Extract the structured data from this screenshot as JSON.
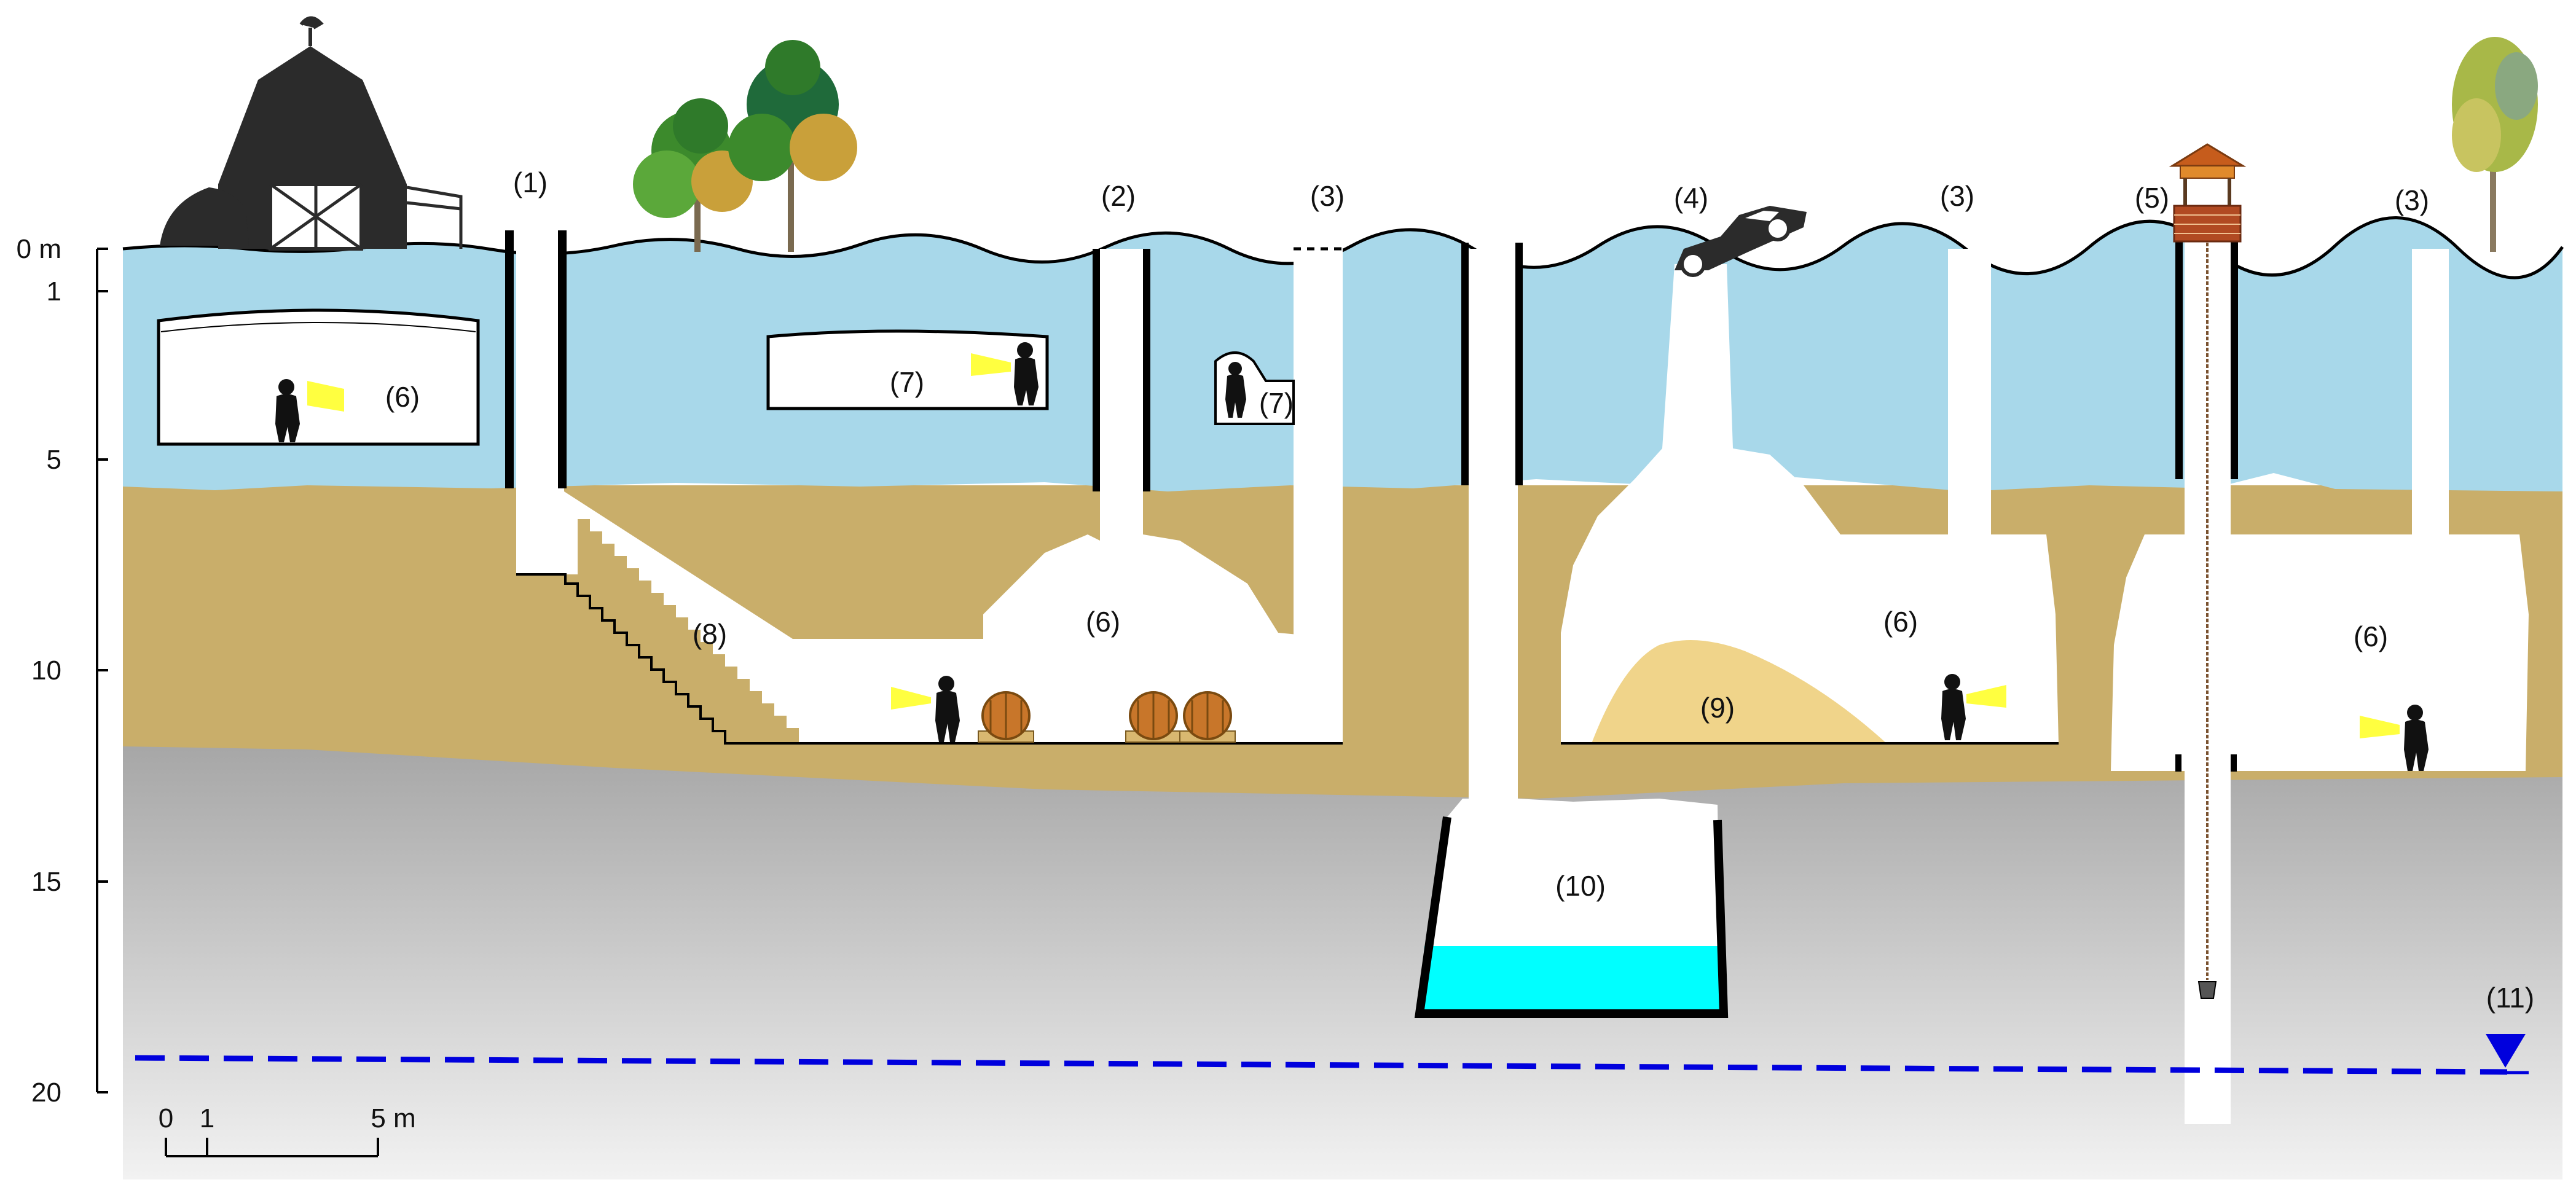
{
  "depth_axis": {
    "ticks": [
      {
        "label": "0 m",
        "depth": 0
      },
      {
        "label": "1",
        "depth": 1
      },
      {
        "label": "5",
        "depth": 5
      },
      {
        "label": "10",
        "depth": 10
      },
      {
        "label": "15",
        "depth": 15
      },
      {
        "label": "20",
        "depth": 20
      }
    ]
  },
  "scale_bar": {
    "labels": [
      "0",
      "1",
      "5 m"
    ]
  },
  "labels": {
    "l1": "(1)",
    "l2": "(2)",
    "l3a": "(3)",
    "l3b": "(3)",
    "l3c": "(3)",
    "l4": "(4)",
    "l5": "(5)",
    "l6a": "(6)",
    "l6b": "(6)",
    "l6c": "(6)",
    "l6d": "(6)",
    "l7a": "(7)",
    "l7b": "(7)",
    "l8": "(8)",
    "l9": "(9)",
    "l10": "(10)",
    "l11": "(11)"
  },
  "colors": {
    "loam": "#a8d8ea",
    "sand": "#c9ae6a",
    "chalk": "#c4c4c4",
    "water": "#00ffff",
    "water_table": "#0000dd",
    "sand_heap": "#f0d48a",
    "cavity": "#ffffff"
  }
}
